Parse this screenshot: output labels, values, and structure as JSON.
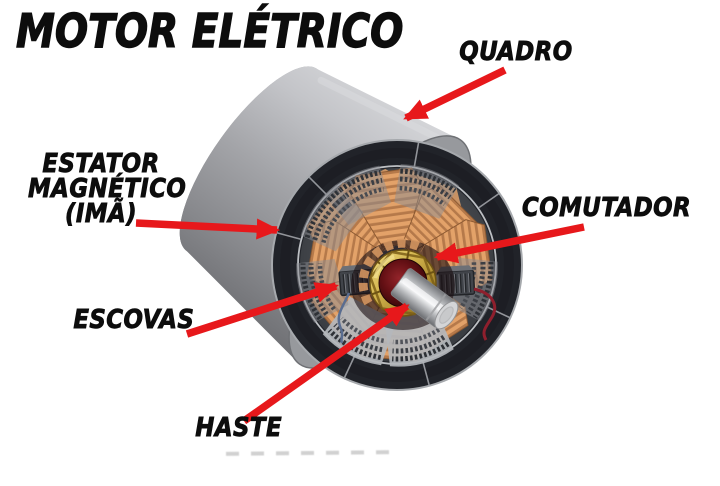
{
  "title": "MOTOR ELÉTRICO",
  "labels": {
    "quadro": "QUADRO",
    "estator_lines": [
      "ESTATOR",
      "MAGNÉTICO",
      "(IMÃ)"
    ],
    "comutador": "COMUTADOR",
    "escovas": "ESCOVAS",
    "haste": "HASTE"
  },
  "annotations": [
    {
      "label": "QUADRO",
      "points_to": "outer cylindrical frame"
    },
    {
      "label": "ESTATOR MAGNÉTICO (IMÃ)",
      "points_to": "dark stator magnet ring"
    },
    {
      "label": "COMUTADOR",
      "points_to": "gold commutator ring"
    },
    {
      "label": "ESCOVAS",
      "points_to": "brushes beside the shaft"
    },
    {
      "label": "HASTE",
      "points_to": "central silver shaft"
    }
  ],
  "colors": {
    "background": "#ffffff",
    "arrow_red": "#e7181b",
    "text_black": "#0d0d0d",
    "frame_gray": "#a7a8ac",
    "stator_dark": "#212329",
    "copper": "#e3a269",
    "commutator_gold": "#d3b54e",
    "core_maroon": "#641014",
    "shaft_silver": "#d9dadc"
  }
}
